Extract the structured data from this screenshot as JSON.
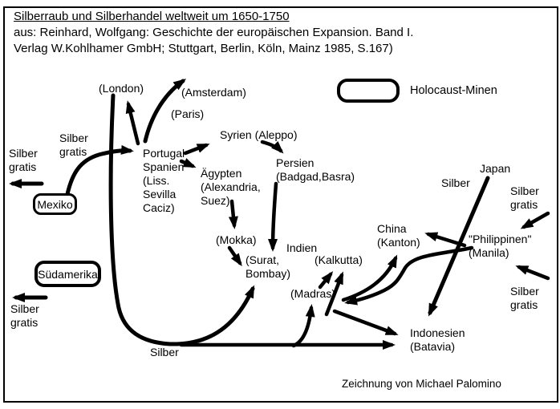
{
  "colors": {
    "ink": "#000000",
    "background": "#ffffff"
  },
  "header": {
    "title": "Silberraub und Silberhandel weltweit um 1650-1750",
    "source_line_1": "aus: Reinhard, Wolfgang: Geschichte der europäischen Expansion. Band I.",
    "source_line_2": "Verlag W.Kohlhamer GmbH; Stuttgart, Berlin, Köln, Mainz 1985, S.167)"
  },
  "legend": {
    "label": "Holocaust-Minen"
  },
  "mines": {
    "mexiko": "Mexiko",
    "suedamerika": "Südamerika"
  },
  "places": {
    "london": "(London)",
    "amsterdam": "(Amsterdam)",
    "paris": "(Paris)",
    "portugal_spanien": "Portugal\nSpanien\n(Liss.\nSevilla\nCaciz)",
    "syrien": "Syrien (Aleppo)",
    "aegypten": "Ägypten\n(Alexandria,\nSuez)",
    "persien": "Persien\n(Badgad,Basra)",
    "mokka": "(Mokka)",
    "surat_bombay": "(Surat,\nBombay)",
    "indien": "Indien",
    "kalkutta": "(Kalkutta)",
    "madras": "(Madras)",
    "china_kanton": "China\n(Kanton)",
    "japan": "Japan",
    "philippinen_manila": "\"Philippinen\"\n(Manila)",
    "indonesien_batavia": "Indonesien\n(Batavia)"
  },
  "flow_labels": {
    "silber_gratis_mexiko": "Silber\ngratis",
    "silber_gratis_west": "Silber\ngratis",
    "silber_gratis_suedwest": "Silber\ngratis",
    "silber_gratis_nordost": "Silber\ngratis",
    "silber_gratis_suedost": "Silber\ngratis",
    "silber_japan": "Silber",
    "silber_london_route": "Silber"
  },
  "credit": "Zeichnung von Michael Palomino"
}
